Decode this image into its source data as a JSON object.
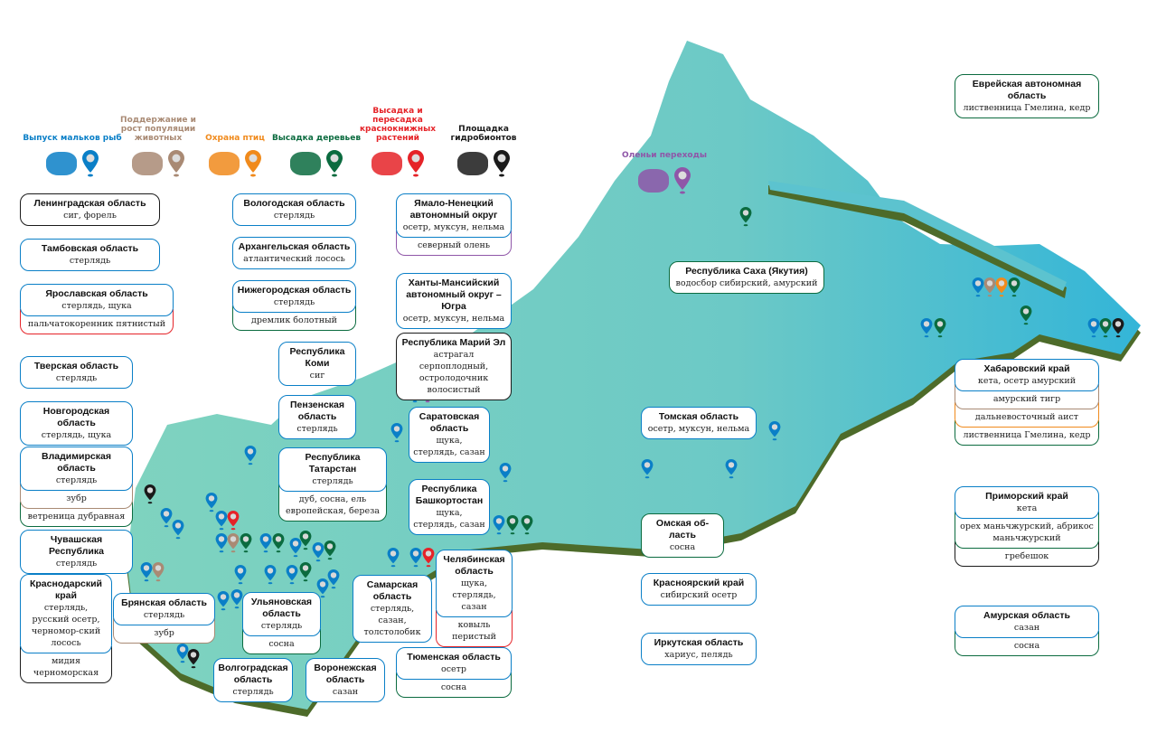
{
  "colors": {
    "fish": "#0a7fc7",
    "animal": "#a98a74",
    "bird": "#f08a1c",
    "tree": "#0b6b3f",
    "plant": "#e52328",
    "hydro": "#1a1a1a",
    "deer": "#8f56a8",
    "land_top": "#6fcfc0",
    "land_east": "#3cbbd6",
    "land_side": "#4d6b2a"
  },
  "legend": [
    {
      "label": "Выпуск мальков рыб",
      "cat": "fish",
      "icon": "fish-icon"
    },
    {
      "label": "Поддержание и рост популяции животных",
      "cat": "animal",
      "icon": "tiger-bison-icon"
    },
    {
      "label": "Охрана птиц",
      "cat": "bird",
      "icon": "crane-icon"
    },
    {
      "label": "Высадка деревьев",
      "cat": "tree",
      "icon": "tree-icon"
    },
    {
      "label": "Высадка и пересадка краснокнижных растений",
      "cat": "plant",
      "icon": "red-book-icon"
    },
    {
      "label": "Площадка гидробионтов",
      "cat": "hydro",
      "icon": "shells-icon"
    },
    {
      "label": "Оленьи переходы",
      "cat": "deer",
      "icon": "deer-icon"
    }
  ],
  "regions": [
    {
      "title": "Ленинградская область",
      "blocks": [
        {
          "text": "сиг, форель",
          "cat": "hydro"
        }
      ]
    },
    {
      "title": "Тамбовская область",
      "blocks": [
        {
          "text": "стерлядь",
          "cat": "fish"
        }
      ]
    },
    {
      "title": "Ярославская область",
      "blocks": [
        {
          "text": "стерлядь, щука",
          "cat": "fish"
        },
        {
          "text": "пальчатокоренник пятнистый",
          "cat": "plant"
        }
      ]
    },
    {
      "title": "Тверская область",
      "blocks": [
        {
          "text": "стерлядь",
          "cat": "fish"
        }
      ]
    },
    {
      "title": "Новгородская область",
      "blocks": [
        {
          "text": "стерлядь, щука",
          "cat": "fish"
        }
      ]
    },
    {
      "title": "Владимирская область",
      "blocks": [
        {
          "text": "стерлядь",
          "cat": "fish"
        },
        {
          "text": "зубр",
          "cat": "animal"
        },
        {
          "text": "ветреница дубравная",
          "cat": "tree"
        }
      ]
    },
    {
      "title": "Чувашская Республика",
      "blocks": [
        {
          "text": "стерлядь",
          "cat": "fish"
        }
      ]
    },
    {
      "title": "Краснодарский край",
      "blocks": [
        {
          "text": "стерлядь, русский осетр, черномор-ский лосось",
          "cat": "fish"
        },
        {
          "text": "мидия черноморская",
          "cat": "hydro"
        }
      ]
    },
    {
      "title": "Брянская область",
      "blocks": [
        {
          "text": "стерлядь",
          "cat": "fish"
        },
        {
          "text": "зубр",
          "cat": "animal"
        }
      ]
    },
    {
      "title": "Вологодская область",
      "blocks": [
        {
          "text": "стерлядь",
          "cat": "fish"
        }
      ]
    },
    {
      "title": "Архангельская область",
      "blocks": [
        {
          "text": "атлантический лосось",
          "cat": "fish"
        }
      ]
    },
    {
      "title": "Нижегородская область",
      "blocks": [
        {
          "text": "стерлядь",
          "cat": "fish"
        },
        {
          "text": "дремлик болотный",
          "cat": "tree"
        }
      ]
    },
    {
      "title": "Республика Коми",
      "blocks": [
        {
          "text": "сиг",
          "cat": "fish"
        }
      ]
    },
    {
      "title": "Пензенская область",
      "blocks": [
        {
          "text": "стерлядь",
          "cat": "fish"
        }
      ]
    },
    {
      "title": "Республика Татарстан",
      "blocks": [
        {
          "text": "стерлядь",
          "cat": "fish"
        },
        {
          "text": "дуб, сосна, ель европейская, береза",
          "cat": "tree"
        }
      ]
    },
    {
      "title": "Ульяновская область",
      "blocks": [
        {
          "text": "стерлядь",
          "cat": "fish"
        },
        {
          "text": "сосна",
          "cat": "tree"
        }
      ]
    },
    {
      "title": "Волгоградская область",
      "blocks": [
        {
          "text": "стерлядь",
          "cat": "fish"
        }
      ]
    },
    {
      "title": "Воронежская область",
      "blocks": [
        {
          "text": "сазан",
          "cat": "fish"
        }
      ]
    },
    {
      "title": "Самарская область",
      "blocks": [
        {
          "text": "стерлядь, сазан, толстолобик",
          "cat": "fish"
        }
      ]
    },
    {
      "title": "Ямало-Ненецкий автономный округ",
      "blocks": [
        {
          "text": "осетр, муксун, нельма",
          "cat": "fish"
        },
        {
          "text": "северный олень",
          "cat": "deer"
        }
      ]
    },
    {
      "title": "Ханты-Мансийский автономный округ – Югра",
      "blocks": [
        {
          "text": "осетр, муксун, нельма",
          "cat": "fish"
        }
      ]
    },
    {
      "title": "Республика Марий Эл",
      "blocks": [
        {
          "text": "астрагал серпоплодный, остролодочник волосистый",
          "cat": "hydro"
        }
      ]
    },
    {
      "title": "Саратовская область",
      "blocks": [
        {
          "text": "щука, стерлядь, сазан",
          "cat": "fish"
        }
      ]
    },
    {
      "title": "Республика Башкортостан",
      "blocks": [
        {
          "text": "щука, стерлядь, сазан",
          "cat": "fish"
        }
      ]
    },
    {
      "title": "Челябинская область",
      "blocks": [
        {
          "text": "щука, стерлядь, сазан",
          "cat": "fish"
        },
        {
          "text": "ковыль перистый",
          "cat": "plant"
        }
      ]
    },
    {
      "title": "Тюменская область",
      "blocks": [
        {
          "text": "осетр",
          "cat": "fish"
        },
        {
          "text": "сосна",
          "cat": "tree"
        }
      ]
    },
    {
      "title": "Республика Саха (Якутия)",
      "blocks": [
        {
          "text": "водосбор сибирский, амурский",
          "cat": "tree"
        }
      ]
    },
    {
      "title": "Томская область",
      "blocks": [
        {
          "text": "осетр, муксун, нельма",
          "cat": "fish"
        }
      ]
    },
    {
      "title": "Омская об-ласть",
      "blocks": [
        {
          "text": "сосна",
          "cat": "tree"
        }
      ]
    },
    {
      "title": "Красноярский край",
      "blocks": [
        {
          "text": "сибирский осетр",
          "cat": "fish"
        }
      ]
    },
    {
      "title": "Иркутская область",
      "blocks": [
        {
          "text": "хариус, пелядь",
          "cat": "fish"
        }
      ]
    },
    {
      "title": "Еврейская автономная область",
      "blocks": [
        {
          "text": "лиственница Гмелина, кедр",
          "cat": "tree"
        }
      ]
    },
    {
      "title": "Хабаровский край",
      "blocks": [
        {
          "text": "кета, осетр амурский",
          "cat": "fish"
        },
        {
          "text": "амурский тигр",
          "cat": "animal"
        },
        {
          "text": "дальневосточный аист",
          "cat": "bird"
        },
        {
          "text": "лиственница Гмелина, кедр",
          "cat": "tree"
        }
      ]
    },
    {
      "title": "Приморский край",
      "blocks": [
        {
          "text": "кета",
          "cat": "fish"
        },
        {
          "text": "орех маньчжурский, абрикос маньчжурский",
          "cat": "tree"
        },
        {
          "text": "гребешок",
          "cat": "hydro"
        }
      ]
    },
    {
      "title": "Амурская область",
      "blocks": [
        {
          "text": "сазан",
          "cat": "fish"
        },
        {
          "text": "сосна",
          "cat": "tree"
        }
      ]
    }
  ]
}
